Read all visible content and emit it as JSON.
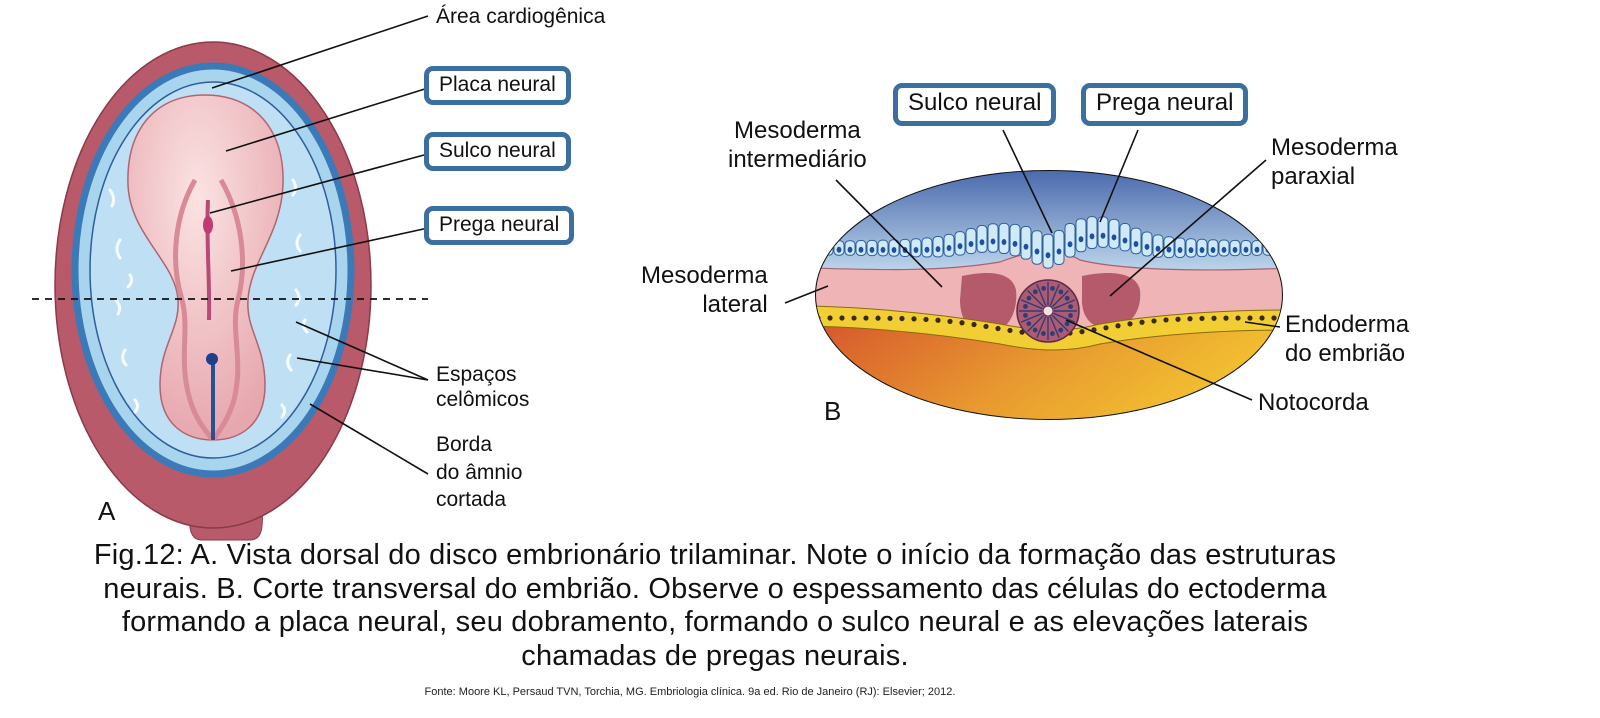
{
  "figure_a": {
    "panel_letter": "A",
    "labels": {
      "cardiogenic": "Área cardiogênica",
      "neural_plate": "Placa neural",
      "neural_groove": "Sulco neural",
      "neural_fold": "Prega neural",
      "coelomic_1": "Espaços",
      "coelomic_2": "celômicos",
      "amnion_1": "Borda",
      "amnion_2": "do âmnio",
      "amnion_3": "cortada"
    }
  },
  "figure_b": {
    "panel_letter": "B",
    "labels": {
      "neural_groove": "Sulco neural",
      "neural_fold": "Prega neural",
      "intermediate_1": "Mesoderma",
      "intermediate_2": "intermediário",
      "paraxial_1": "Mesoderma",
      "paraxial_2": "paraxial",
      "lateral_1": "Mesoderma",
      "lateral_2": "lateral",
      "endoderm_1": "Endoderma",
      "endoderm_2": "do embrião",
      "notochord": "Notocorda"
    }
  },
  "caption": {
    "line1": "Fig.12: A. Vista dorsal do disco embrionário trilaminar. Note o início da formação das estruturas",
    "line2": "neurais. B. Corte transversal do embrião. Observe o espessamento das células do ectoderma",
    "line3": "formando a placa neural, seu dobramento, formando o sulco neural e as elevações laterais",
    "line4": "chamadas de pregas neurais."
  },
  "source": "Fonte: Moore KL, Persaud TVN, Torchia, MG. Embriologia clínica. 9a ed. Rio de Janeiro (RJ): Elsevier; 2012.",
  "colors": {
    "amnion": "#b85a6a",
    "coelom": "#a9d4ee",
    "disc": "#eebbc0",
    "ectoderm_blue": "#3a6fa0",
    "yolk": "#e8a23a",
    "label_box": "#3a6fa0"
  }
}
